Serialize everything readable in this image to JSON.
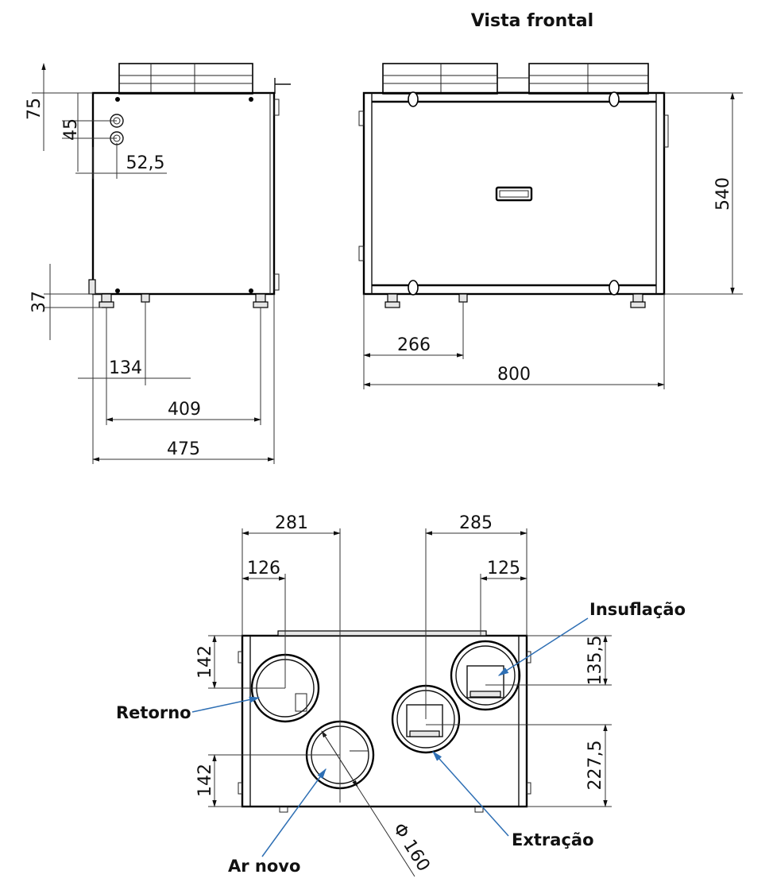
{
  "title": "Vista frontal",
  "side_view": {
    "dims": {
      "d75": "75",
      "d45": "45",
      "d52_5": "52,5",
      "d37": "37",
      "d134": "134",
      "d409": "409",
      "d475": "475"
    }
  },
  "front_view": {
    "dims": {
      "d540": "540",
      "d266": "266",
      "d800": "800"
    }
  },
  "top_view": {
    "dims": {
      "d281": "281",
      "d285": "285",
      "d126": "126",
      "d125": "125",
      "d142a": "142",
      "d142b": "142",
      "d135_5": "135,5",
      "d227_5": "227,5",
      "diameter": "Φ 160"
    },
    "labels": {
      "insuflacao": "Insuflação",
      "retorno": "Retorno",
      "ar_novo": "Ar novo",
      "extracao": "Extração"
    }
  },
  "colors": {
    "leader": "#2e6fb4",
    "line": "#111111"
  }
}
